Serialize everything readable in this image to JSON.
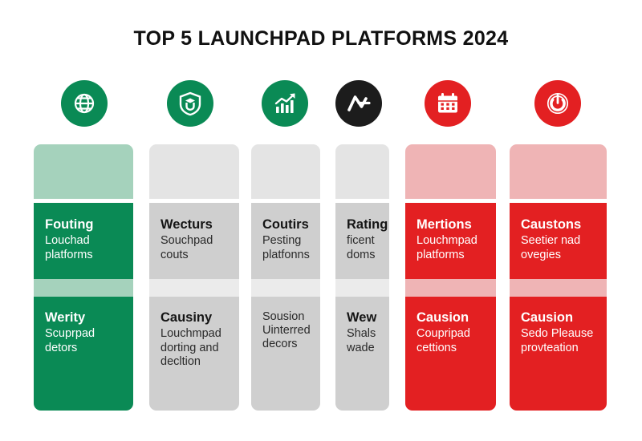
{
  "title": "TOP 5 LAUNCHPAD PLATFORMS 2024",
  "palette": {
    "green_dark": "#0a8a55",
    "green_light": "#a5d2bc",
    "gray_body": "#cfcfcf",
    "gray_light": "#e4e4e4",
    "gray_divider": "#ebebeb",
    "red_dark": "#e32022",
    "red_light": "#efb4b5",
    "dark_circle": "#1c1c1c",
    "text_light": "#ffffff",
    "text_dark": "#151515"
  },
  "icons": [
    {
      "name": "globe-icon",
      "color": "#0a8a55"
    },
    {
      "name": "graduation-shield-icon",
      "color": "#0a8a55"
    },
    {
      "name": "growth-chart-icon",
      "color": "#0a8a55"
    },
    {
      "name": "monogram-n-icon",
      "color": "#1c1c1c"
    },
    {
      "name": "calendar-icon",
      "color": "#e32022"
    },
    {
      "name": "power-button-icon",
      "color": "#e32022"
    }
  ],
  "columns": [
    {
      "id": "column-1",
      "theme": "green",
      "middle": {
        "heading": "Fouting",
        "body": "Louchad\nplatforms"
      },
      "bottom": {
        "heading": "Werity",
        "body": "Scuprpad\ndetors"
      }
    },
    {
      "id": "column-2",
      "theme": "gray",
      "middle": {
        "heading": "Wecturs",
        "body": "Souchpad\ncouts"
      },
      "bottom": {
        "heading": "Causiny",
        "body": "Louchmpad\ndorting and\ndecltion"
      }
    },
    {
      "id": "column-3",
      "theme": "gray",
      "middle": {
        "heading": "Coutirs",
        "body": "Pesting\nplatfonns"
      },
      "bottom": {
        "heading": "",
        "body": "Sousion\nUinterred\ndecors"
      }
    },
    {
      "id": "column-4",
      "theme": "gray",
      "middle": {
        "heading": "Rating",
        "body": "ficent\ndoms"
      },
      "bottom": {
        "heading": "Wew",
        "body": "Shals\nwade"
      }
    },
    {
      "id": "column-5",
      "theme": "red",
      "middle": {
        "heading": "Mertions",
        "body": "Louchmpad\nplatforms"
      },
      "bottom": {
        "heading": "Causion",
        "body": "Coupripad\ncettions"
      }
    },
    {
      "id": "column-6",
      "theme": "red",
      "middle": {
        "heading": "Caustons",
        "body": "Seetier nad\novegies"
      },
      "bottom": {
        "heading": "Causion",
        "body": "Sedo Pleause\nprovteation"
      }
    }
  ]
}
